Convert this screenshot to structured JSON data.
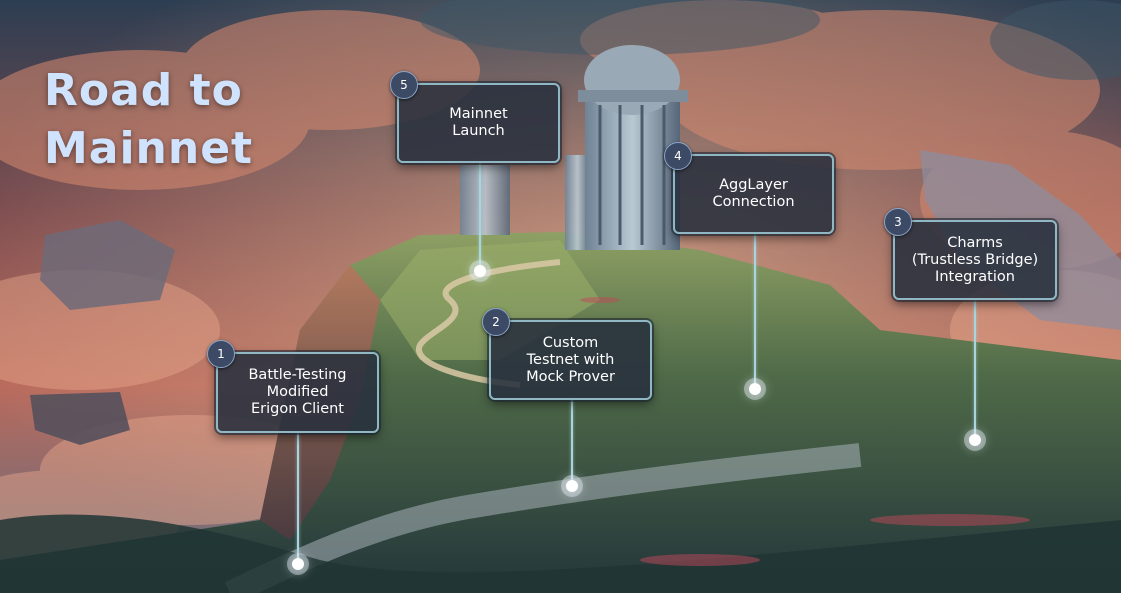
{
  "title": {
    "line1": "Road to",
    "line2": "Mainnet"
  },
  "milestones": [
    {
      "number": "1",
      "lines": [
        "Battle-Testing",
        "Modified",
        "Erigon Client"
      ]
    },
    {
      "number": "2",
      "lines": [
        "Custom",
        "Testnet with",
        "Mock Prover"
      ]
    },
    {
      "number": "3",
      "lines": [
        "Charms",
        "(Trustless Bridge)",
        "Integration"
      ]
    },
    {
      "number": "4",
      "lines": [
        "AggLayer",
        "Connection"
      ]
    },
    {
      "number": "5",
      "lines": [
        "Mainnet",
        "Launch"
      ]
    }
  ],
  "colors": {
    "card_border": "#8fb7c4",
    "stem": "#a9d4de",
    "title": "#cfe3ff"
  }
}
